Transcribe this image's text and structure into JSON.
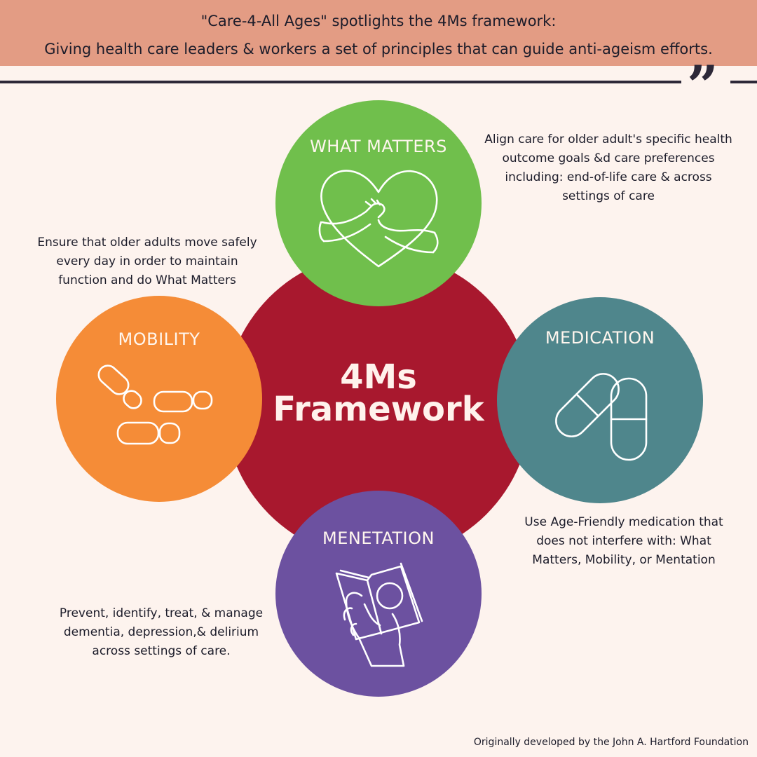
{
  "header": {
    "line1": "\"Care-4-All Ages\" spotlights the 4Ms framework:",
    "line2": "Giving health care leaders & workers a set of principles that can guide anti-ageism efforts."
  },
  "center": {
    "line1": "4Ms",
    "line2": "Framework"
  },
  "nodes": {
    "what_matters": {
      "title": "WHAT MATTERS",
      "icon": "heart-hug-icon",
      "desc": [
        "Align care for older adult's specific health",
        "outcome goals &d care preferences",
        "including: end-of-life care & across",
        "settings of care"
      ]
    },
    "mobility": {
      "title": "MOBILITY",
      "icon": "footprints-icon",
      "desc": [
        "Ensure that older adults move safely",
        "every day in order to maintain",
        "function and do What Matters"
      ]
    },
    "medication": {
      "title": "MEDICATION",
      "icon": "pills-icon",
      "desc": [
        "Use Age-Friendly medication that",
        "does not interfere with: What",
        "Matters, Mobility, or Mentation"
      ]
    },
    "mentation": {
      "title": "MENETATION",
      "icon": "book-in-hand-icon",
      "desc": [
        "Prevent, identify, treat, & manage",
        "dementia, depression,& delirium",
        "across settings of care."
      ]
    }
  },
  "footer": "Originally developed by the John A. Hartford Foundation",
  "colors": {
    "header": "#e39c84",
    "background": "#fdf3ee",
    "center": "#a8182e",
    "what_matters": "#70bf4c",
    "mobility": "#f58c37",
    "medication": "#4f868c",
    "mentation": "#6c51a0"
  }
}
